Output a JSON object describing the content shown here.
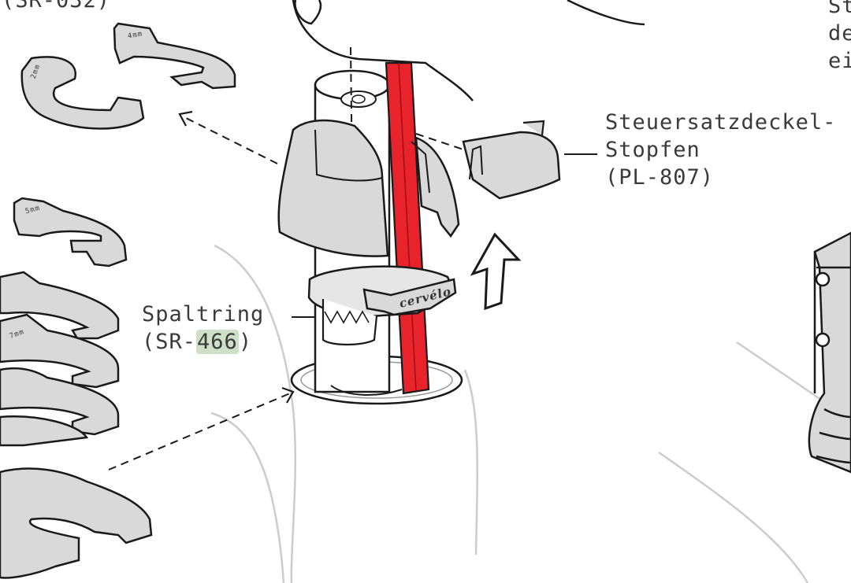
{
  "labels": {
    "top_left_partial": "(SR-032)",
    "top_right_partial": [
      "St",
      "de",
      "ei"
    ],
    "plug": {
      "line1": "Steuersatzdeckel-",
      "line2": "Stopfen",
      "line3": "(PL-807)"
    },
    "split_ring": {
      "line1": "Spaltring",
      "part_prefix": "(SR-",
      "part_number": "466",
      "part_suffix": ")"
    },
    "brand": "cervélo",
    "ring_marks": [
      "2mm",
      "4mm",
      "5mm",
      "7mm"
    ]
  },
  "colors": {
    "steerer_red": "#e8232b",
    "part_grey": "#d9d9d9",
    "outline": "#1a1a1a",
    "frame_line": "#c8c8c8",
    "highlight": "#cfe0c8"
  }
}
